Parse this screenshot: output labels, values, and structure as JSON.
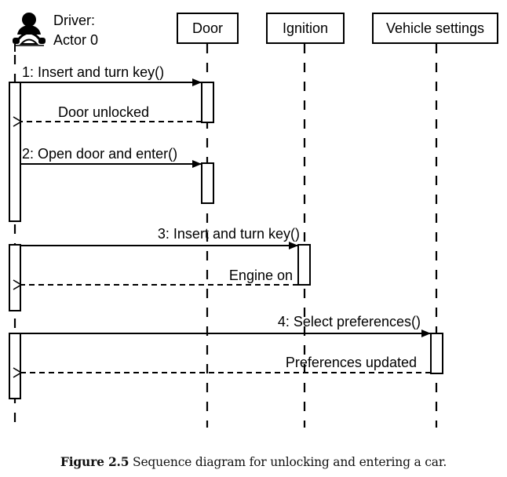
{
  "diagram": {
    "type": "sequence",
    "actor": {
      "line1": "Driver:",
      "line2": "Actor 0",
      "icon": "driver-steering-wheel-icon"
    },
    "lifelines": [
      {
        "id": "door",
        "label": "Door"
      },
      {
        "id": "ignition",
        "label": "Ignition"
      },
      {
        "id": "vehicle",
        "label": "Vehicle settings"
      }
    ],
    "messages": [
      {
        "label": "1: Insert and turn key()",
        "from": "driver",
        "to": "door",
        "kind": "call"
      },
      {
        "label": "Door unlocked",
        "from": "door",
        "to": "driver",
        "kind": "return"
      },
      {
        "label": "2: Open door and enter()",
        "from": "driver",
        "to": "door",
        "kind": "call"
      },
      {
        "label": "3: Insert and turn key()",
        "from": "driver",
        "to": "ignition",
        "kind": "call"
      },
      {
        "label": "Engine on",
        "from": "ignition",
        "to": "driver",
        "kind": "return"
      },
      {
        "label": "4: Select preferences()",
        "from": "driver",
        "to": "vehicle",
        "kind": "call"
      },
      {
        "label": "Preferences updated",
        "from": "vehicle",
        "to": "driver",
        "kind": "return"
      }
    ]
  },
  "caption": {
    "label": "Figure 2.5",
    "text": " Sequence diagram for unlocking and entering a car."
  }
}
